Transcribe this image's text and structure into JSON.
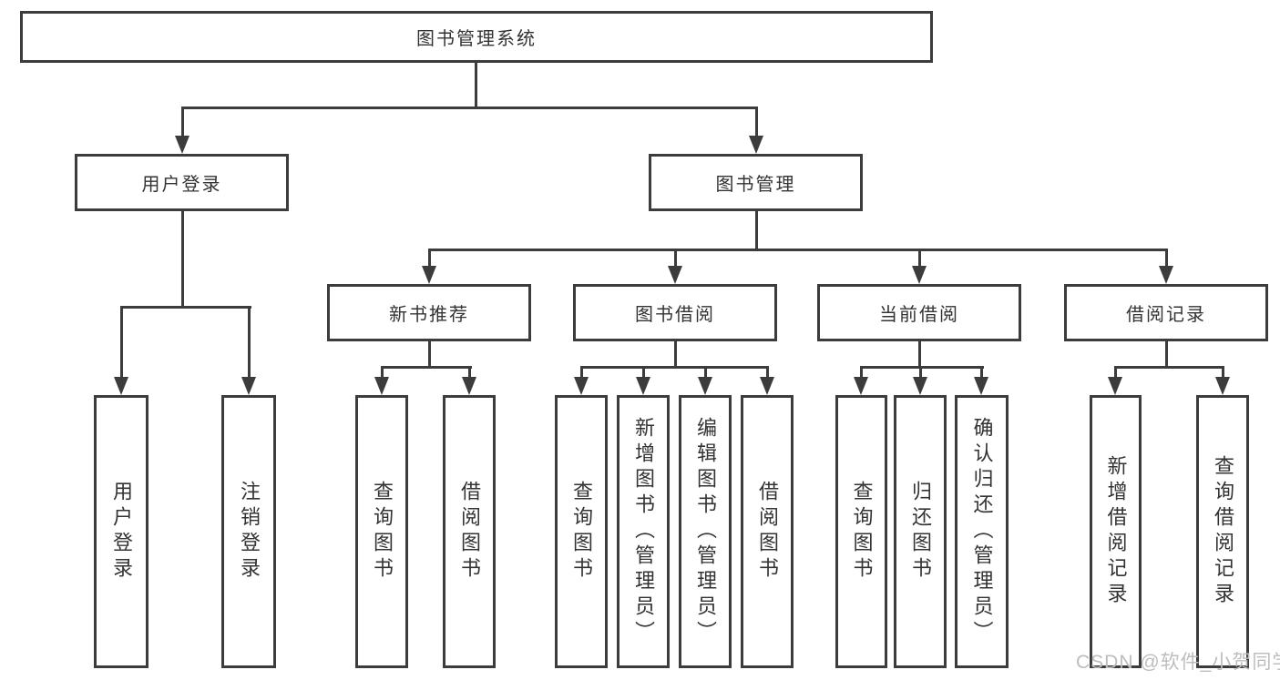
{
  "diagram": {
    "root": {
      "label": "图书管理系统"
    },
    "branches": [
      {
        "label": "用户登录",
        "children": [
          {
            "label": "用户登录"
          },
          {
            "label": "注销登录"
          }
        ]
      },
      {
        "label": "图书管理",
        "children": [
          {
            "label": "新书推荐",
            "children": [
              {
                "label": "查询图书"
              },
              {
                "label": "借阅图书"
              }
            ]
          },
          {
            "label": "图书借阅",
            "children": [
              {
                "label": "查询图书"
              },
              {
                "label": "新增图书（管理员）"
              },
              {
                "label": "编辑图书（管理员）"
              },
              {
                "label": "借阅图书"
              }
            ]
          },
          {
            "label": "当前借阅",
            "children": [
              {
                "label": "查询图书"
              },
              {
                "label": "归还图书"
              },
              {
                "label": "确认归还（管理员）"
              }
            ]
          },
          {
            "label": "借阅记录",
            "children": [
              {
                "label": "新增借阅记录"
              },
              {
                "label": "查询借阅记录"
              }
            ]
          }
        ]
      }
    ]
  },
  "watermark": {
    "text": "CSDN @软件_小贺同学"
  },
  "colors": {
    "line": "#3c3c3c",
    "text": "#333333",
    "watermark": "#bdbdbd",
    "background": "#ffffff"
  }
}
